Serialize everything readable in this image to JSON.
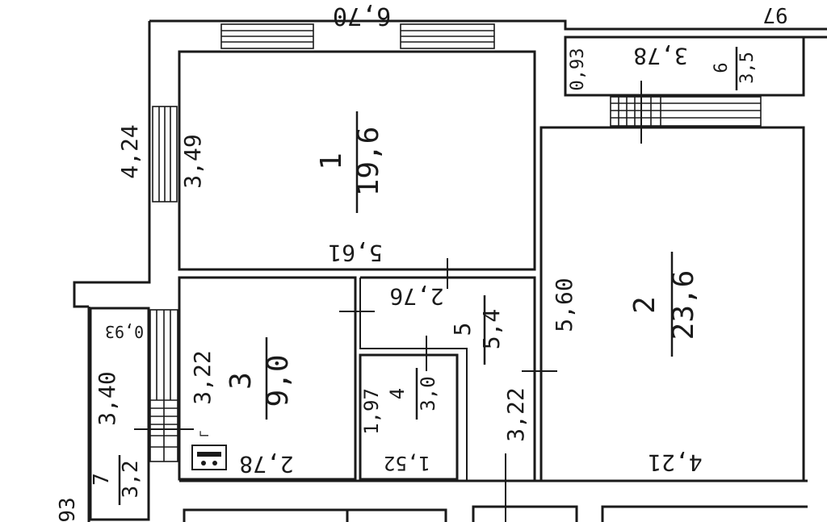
{
  "outer_dims": {
    "top_width": "6,70",
    "top_right_partial": "97",
    "left_height": "4,24",
    "bottom_left_partial": "93"
  },
  "rooms": [
    {
      "number": "1",
      "area": "19,6",
      "width": "5,61",
      "height": "3,49"
    },
    {
      "number": "2",
      "area": "23,6",
      "width": "4,21",
      "height": "5,60"
    },
    {
      "number": "3",
      "area": "9,0",
      "width": "2,78",
      "height": "3,22"
    },
    {
      "number": "4",
      "area": "3,0",
      "width": "1,52",
      "height": "1,97"
    },
    {
      "number": "5",
      "area": "5,4",
      "width": "2,76",
      "height": "3,22"
    },
    {
      "number": "6",
      "area": "3,5",
      "width": "3,78",
      "height": "0,93"
    },
    {
      "number": "7",
      "area": "3,2",
      "width": "0,93",
      "height": "3,40"
    }
  ],
  "labels": {
    "radiator_mark": "Г"
  }
}
